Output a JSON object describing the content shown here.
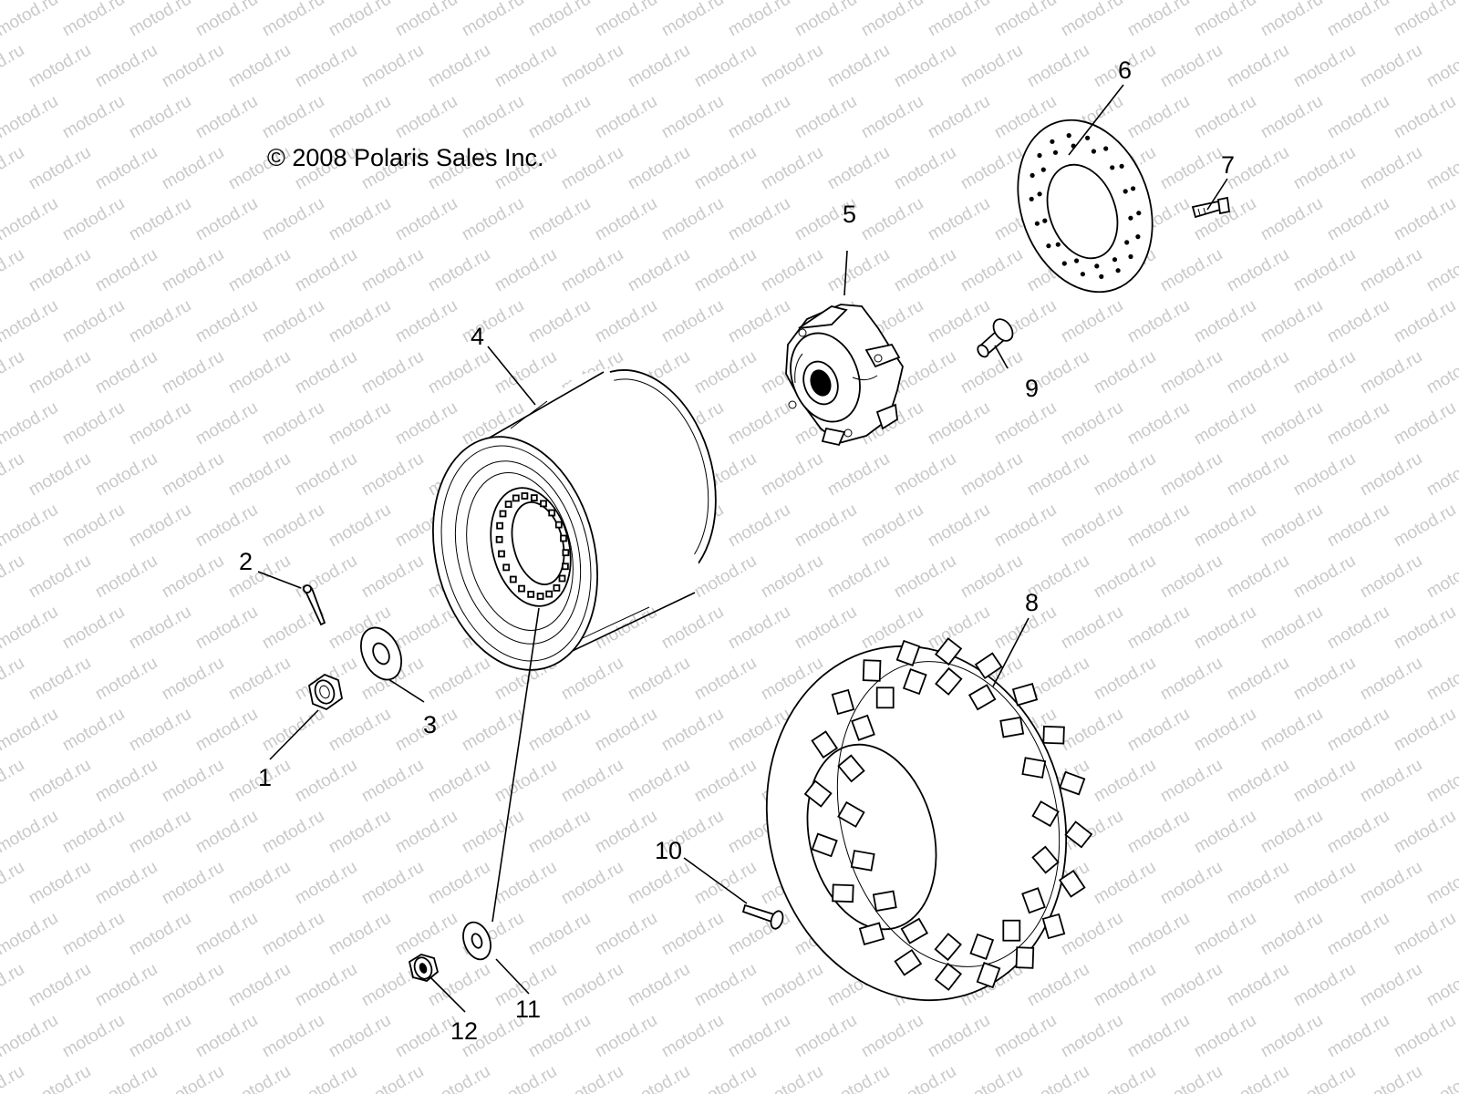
{
  "copyright": "© 2008 Polaris Sales Inc.",
  "watermark": "motod.ru",
  "callouts": [
    {
      "id": "1",
      "label": "1",
      "part": "nut"
    },
    {
      "id": "2",
      "label": "2",
      "part": "cotter-pin"
    },
    {
      "id": "3",
      "label": "3",
      "part": "washer"
    },
    {
      "id": "4",
      "label": "4",
      "part": "wheel-rim"
    },
    {
      "id": "5",
      "label": "5",
      "part": "wheel-hub"
    },
    {
      "id": "6",
      "label": "6",
      "part": "brake-disc"
    },
    {
      "id": "7",
      "label": "7",
      "part": "disc-bolt"
    },
    {
      "id": "8",
      "label": "8",
      "part": "tire"
    },
    {
      "id": "9",
      "label": "9",
      "part": "hub-stud"
    },
    {
      "id": "10",
      "label": "10",
      "part": "valve-stem"
    },
    {
      "id": "11",
      "label": "11",
      "part": "lug-washer"
    },
    {
      "id": "12",
      "label": "12",
      "part": "lug-nut"
    }
  ]
}
